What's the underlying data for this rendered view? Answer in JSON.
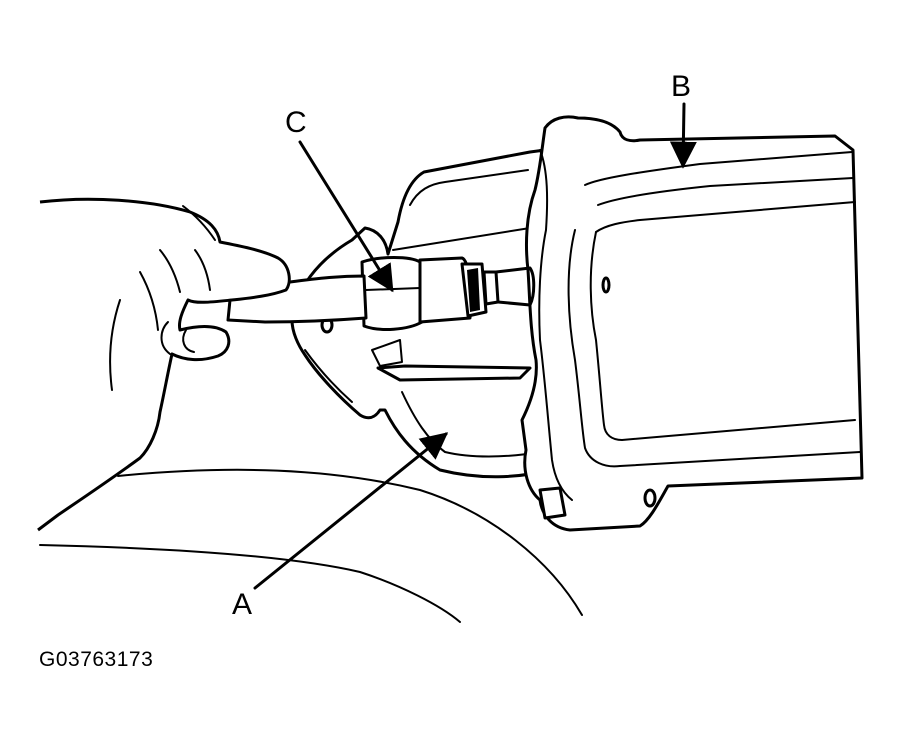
{
  "figure": {
    "code": "G03763173",
    "callouts": {
      "a": "A",
      "b": "B",
      "c": "C"
    },
    "colors": {
      "ink": "#000000",
      "paper": "#ffffff"
    }
  }
}
